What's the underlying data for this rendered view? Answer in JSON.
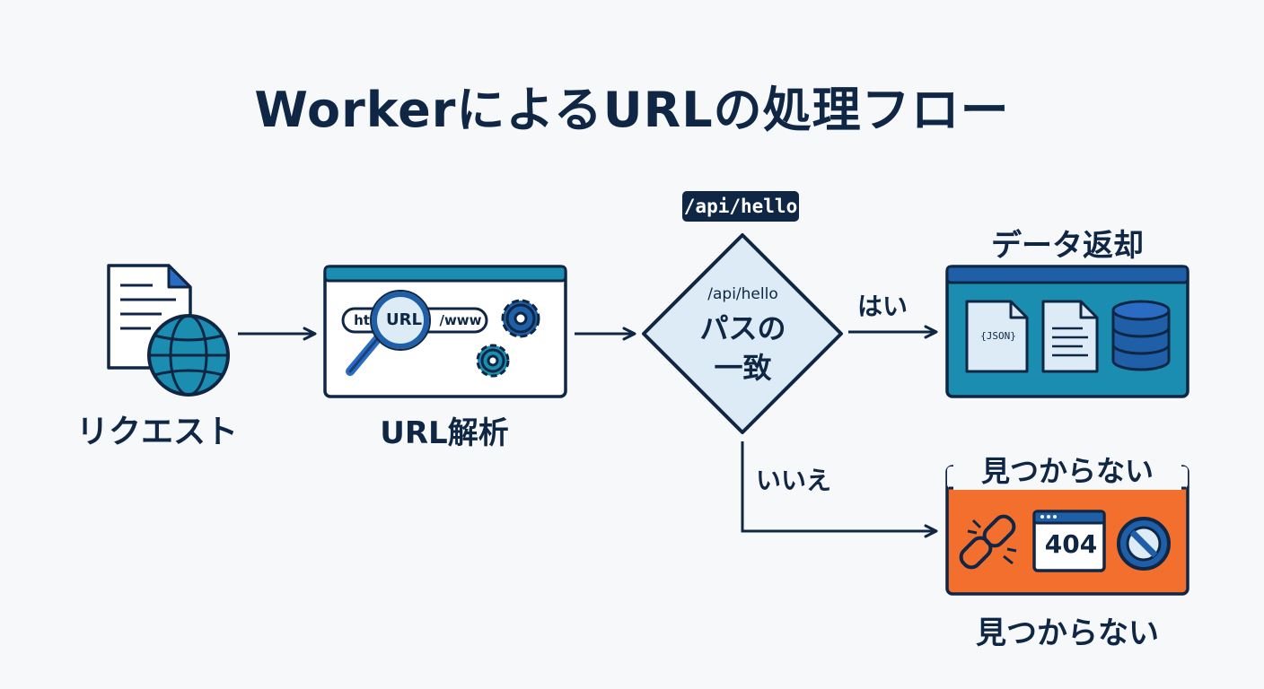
{
  "title": "WorkerによるURLの処理フロー",
  "steps": {
    "request": {
      "label": "リクエスト",
      "icons": [
        "document-icon",
        "globe-icon"
      ]
    },
    "parse": {
      "label": "URL解析",
      "chips": {
        "left": "ht",
        "center": "URL",
        "right": "/www"
      },
      "icons": [
        "magnifier-icon",
        "gear-icon"
      ]
    },
    "decision": {
      "badge": "/api/hello",
      "path_text": "/api/hello",
      "label": "パスの\n一致"
    },
    "return_data": {
      "label": "データ返却",
      "json_text": "{JSON}",
      "icons": [
        "json-file-icon",
        "document-icon",
        "database-icon"
      ]
    },
    "not_found": {
      "label_top": "見つからない",
      "label_bottom": "見つからない",
      "code": "404",
      "icons": [
        "broken-link-icon",
        "browser-window-icon",
        "prohibited-icon"
      ]
    }
  },
  "branches": {
    "yes": "はい",
    "no": "いいえ"
  },
  "colors": {
    "navy": "#0f2744",
    "teal": "#1b8db0",
    "orange": "#f36f2e",
    "light_blue": "#dcebf5"
  }
}
